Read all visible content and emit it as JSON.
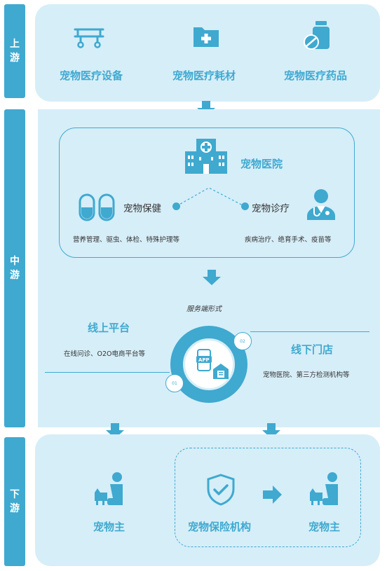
{
  "sections": {
    "upstream": "上游",
    "midstream": "中游",
    "downstream": "下游"
  },
  "upstream": {
    "items": [
      "宠物医疗设备",
      "宠物医疗耗材",
      "宠物医疗药品"
    ]
  },
  "midstream": {
    "hospital": "宠物医院",
    "care": {
      "title": "宠物保健",
      "desc": "营养管理、驱虫、体检、特殊护理等"
    },
    "diagnosis": {
      "title": "宠物诊疗",
      "desc": "疾病治疗、绝育手术、疫苗等"
    },
    "service_form": "服务端形式",
    "online": {
      "title": "线上平台",
      "desc": "在线问诊、O2O电商平台等",
      "badge": "01"
    },
    "offline": {
      "title": "线下门店",
      "desc": "宠物医院、第三方检测机构等",
      "badge": "02"
    },
    "app_label": "APP"
  },
  "downstream": {
    "owner_left": "宠物主",
    "insurance": "宠物保险机构",
    "owner_right": "宠物主"
  },
  "colors": {
    "accent": "#3fa9d0",
    "panel": "#d6eef8"
  },
  "icons": [
    "hospital-bed-icon",
    "medical-kit-icon",
    "medicine-bottle-icon",
    "hospital-building-icon",
    "capsule-icon",
    "doctor-icon",
    "phone-app-icon",
    "store-icon",
    "pet-owner-icon",
    "shield-check-icon",
    "arrow-right-icon",
    "arrow-down-icon"
  ]
}
